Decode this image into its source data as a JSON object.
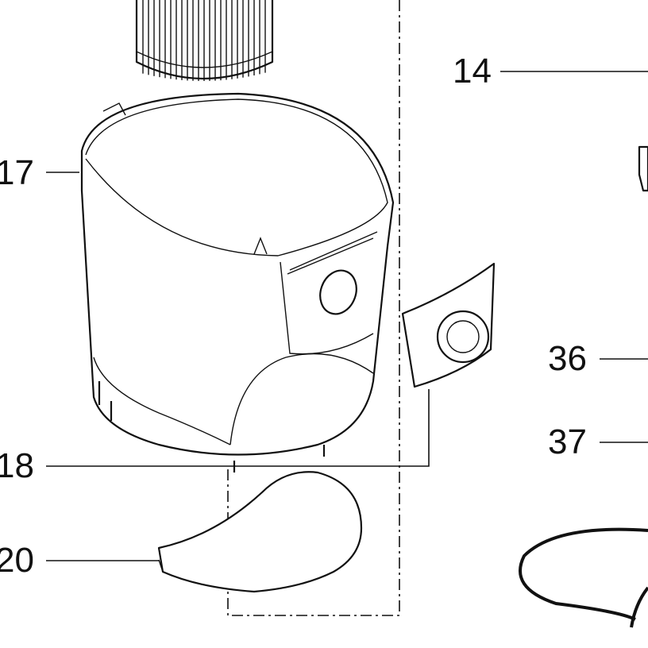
{
  "diagram": {
    "callouts": [
      {
        "id": "14",
        "text": "14"
      },
      {
        "id": "17",
        "text": "17"
      },
      {
        "id": "36",
        "text": "36"
      },
      {
        "id": "37",
        "text": "37"
      },
      {
        "id": "18",
        "text": "18"
      },
      {
        "id": "20",
        "text": "20"
      }
    ]
  }
}
